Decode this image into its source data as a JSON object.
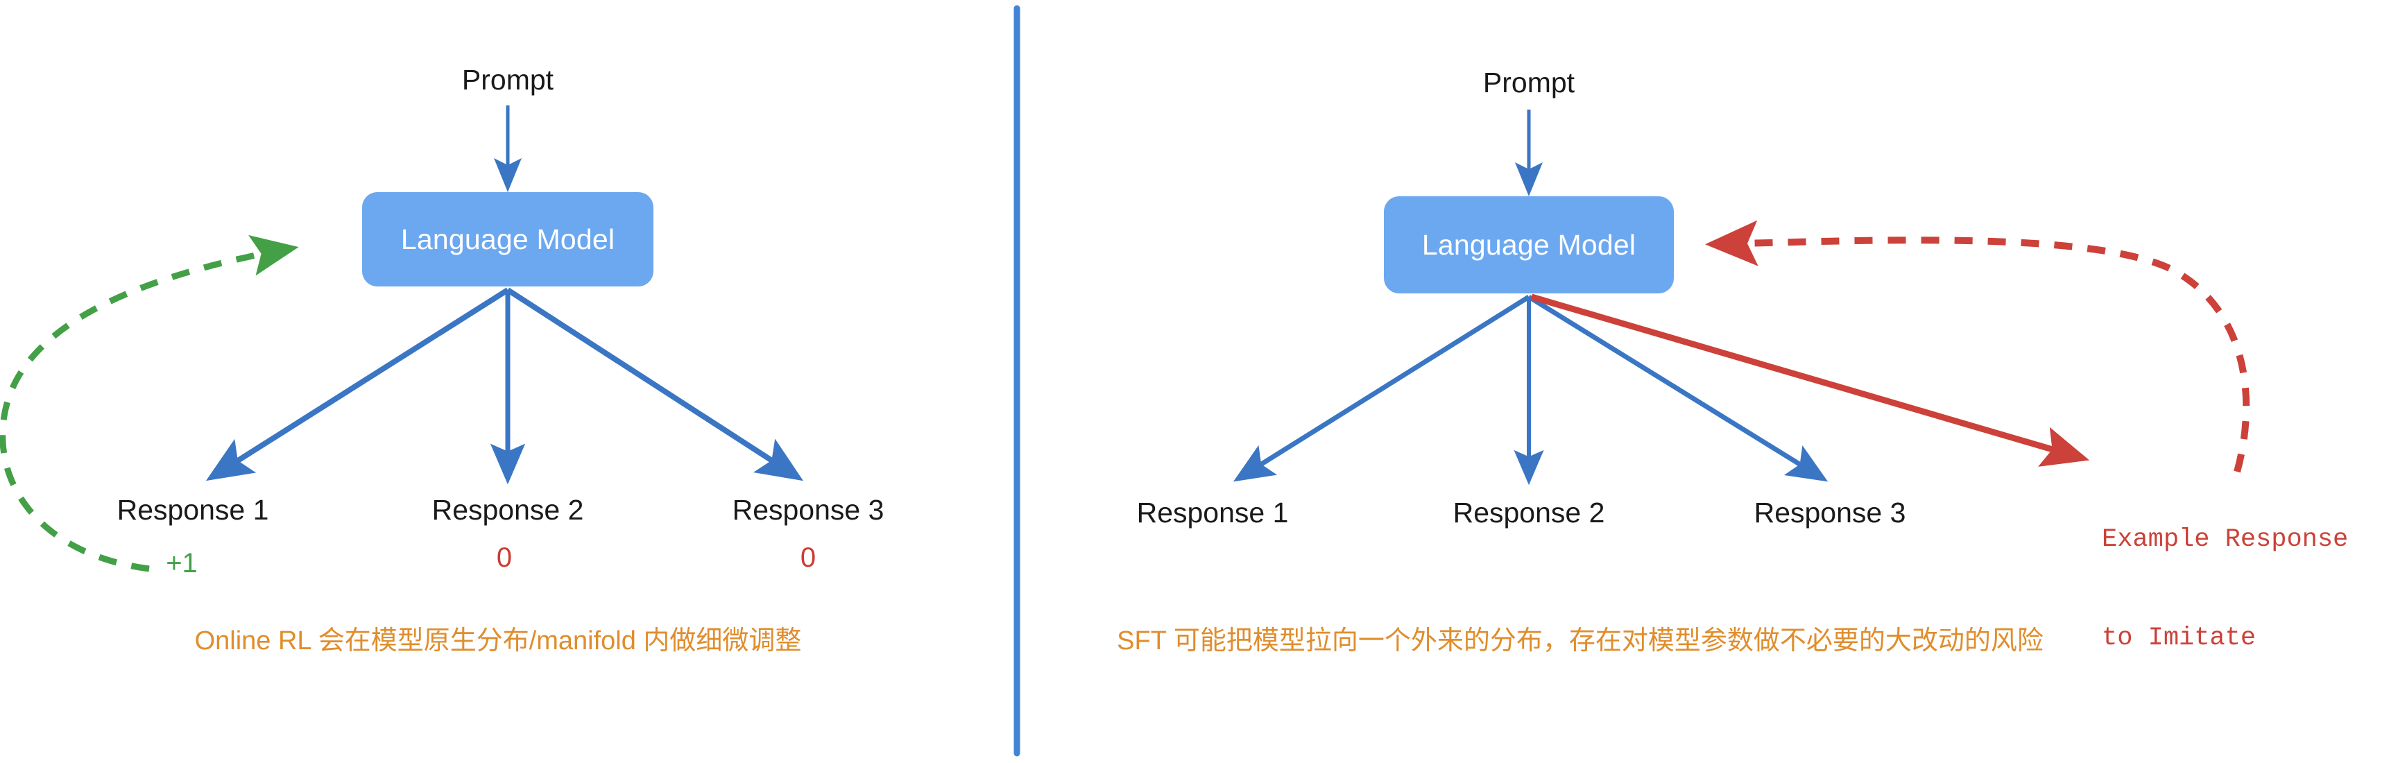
{
  "figure": {
    "title": "Online RL vs SFT comparison diagram",
    "background": "#ffffff",
    "divider_color": "#4285D6"
  },
  "colors": {
    "box_fill": "#6CA8F0",
    "box_text": "#ffffff",
    "arrow_blue": "#3A76C4",
    "arrow_green": "#43A047",
    "arrow_red": "#CC4139",
    "score_positive": "#43A047",
    "score_zero": "#CC3B33",
    "caption_orange": "#E08D2C",
    "node_text": "#1a1a1a"
  },
  "panels": [
    {
      "id": "online-rl",
      "prompt_label": "Prompt",
      "model_label": "Language Model",
      "responses": [
        {
          "label": "Response 1",
          "score": "+1",
          "score_kind": "positive"
        },
        {
          "label": "Response 2",
          "score": "0",
          "score_kind": "zero"
        },
        {
          "label": "Response 3",
          "score": "0",
          "score_kind": "zero"
        }
      ],
      "feedback_edge": {
        "style": "dashed",
        "color": "#43A047",
        "from": "Response 1",
        "to": "Language Model",
        "label": "+1"
      },
      "caption": "Online RL 会在模型原生分布/manifold 内做细微调整"
    },
    {
      "id": "sft",
      "prompt_label": "Prompt",
      "model_label": "Language Model",
      "responses": [
        {
          "label": "Response 1",
          "score": "",
          "score_kind": "none"
        },
        {
          "label": "Response 2",
          "score": "",
          "score_kind": "none"
        },
        {
          "label": "Response 3",
          "score": "",
          "score_kind": "none"
        }
      ],
      "external_target": {
        "line1": "Example Response",
        "line2": "to Imitate",
        "color": "#CC4139"
      },
      "feedback_edge": {
        "style": "dashed",
        "color": "#CC4139",
        "from": "Example Response to Imitate",
        "to": "Language Model"
      },
      "caption": "SFT 可能把模型拉向一个外来的分布，存在对模型参数做不必要的大改动的风险"
    }
  ]
}
